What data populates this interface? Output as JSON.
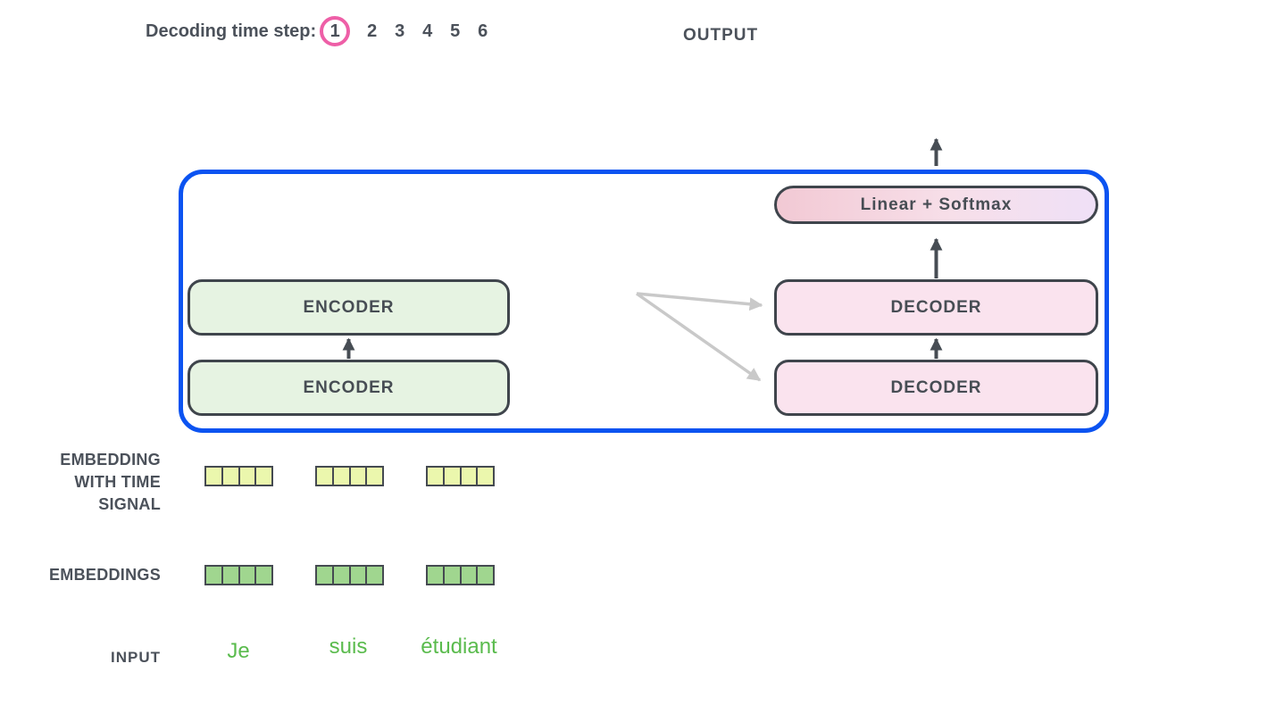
{
  "header": {
    "label": "Decoding time step:",
    "steps": [
      "1",
      "2",
      "3",
      "4",
      "5",
      "6"
    ],
    "selected_step": "1"
  },
  "output_label": "OUTPUT",
  "diagram": {
    "linear_softmax_label": "Linear + Softmax",
    "encoder_stack": [
      "ENCODER",
      "ENCODER"
    ],
    "decoder_stack": [
      "DECODER",
      "DECODER"
    ]
  },
  "rows": {
    "time_signal_label": "EMBEDDING\nWITH TIME\nSIGNAL",
    "embeddings_label": "EMBEDDINGS",
    "input_label": "INPUT",
    "input_tokens": [
      "Je",
      "suis",
      "étudiant"
    ],
    "vectors_per_row": 3,
    "cells_per_vector": 4
  },
  "colors": {
    "container_border": "#0b53f1",
    "step_circle": "#ee5fa7",
    "encoder_fill": "#e6f3e2",
    "decoder_fill": "#fae3ee",
    "linear_softmax_gradient": [
      "#f2c9d4",
      "#efe0f7"
    ],
    "time_signal_vector_fill": "#ebf7ad",
    "embedding_vector_fill": "#a0d68f",
    "input_token_text": "#5abb4d",
    "box_border": "#3f454c",
    "label_text": "#4b515a",
    "dark_arrow": "#474d54",
    "gray_arrow": "#c9c9c9"
  }
}
